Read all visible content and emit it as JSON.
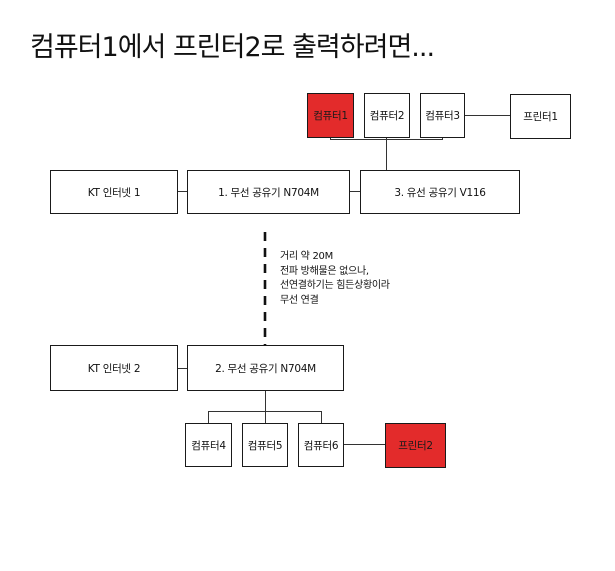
{
  "title": "컴퓨터1에서 프린터2로 출력하려면...",
  "network1": {
    "computers": [
      "컴퓨터1",
      "컴퓨터2",
      "컴퓨터3"
    ],
    "printer": "프린터1",
    "isp": "KT 인터넷 1",
    "router": "1. 무선 공유기 N704M",
    "wired_router": "3. 유선 공유기 V116"
  },
  "link_note": {
    "lines": [
      "거리 약 20M",
      "전파 방해물은 없으나,",
      "선연결하기는 힘든상황이라",
      "무선 연결"
    ]
  },
  "network2": {
    "isp": "KT 인터넷 2",
    "router": "2. 무선 공유기 N704M",
    "computers": [
      "컴퓨터4",
      "컴퓨터5",
      "컴퓨터6"
    ],
    "printer": "프린터2"
  },
  "colors": {
    "highlight": "#e32b2b",
    "line": "#333333"
  }
}
